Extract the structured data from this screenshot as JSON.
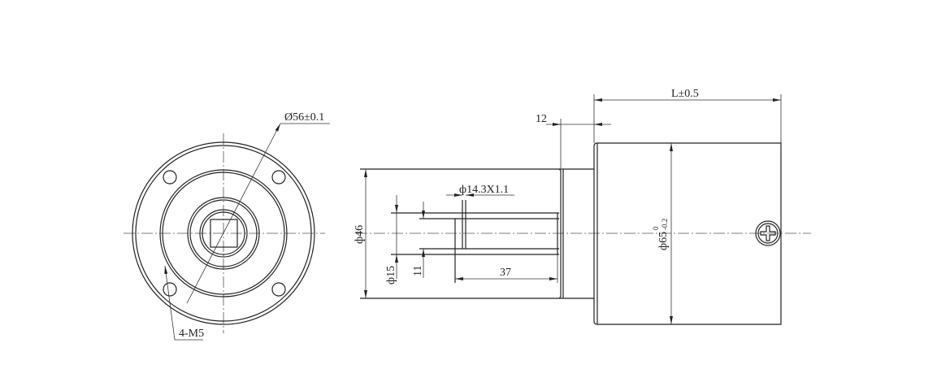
{
  "drawing": {
    "front_view": {
      "diameter_label": "Ø56±0.1",
      "holes_label": "4-M5"
    },
    "side_view": {
      "length_label": "L±0.5",
      "flange_thickness_label": "12",
      "pilot_diameter_label": "ф46",
      "groove_label": "ф14.3X1.1",
      "shaft_diameter_label": "ф15",
      "flat_label": "11",
      "shaft_length_label": "37",
      "body_diameter_label": "ф65",
      "body_tol_upper": "0",
      "body_tol_lower": "-0.2"
    }
  },
  "colors": {
    "line": "#222222",
    "background": "#ffffff"
  }
}
